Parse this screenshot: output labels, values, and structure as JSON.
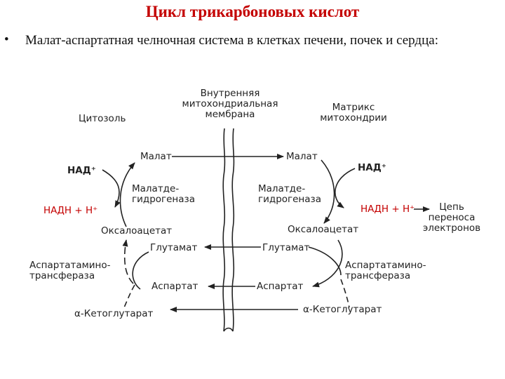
{
  "title": "Цикл трикарбоновых кислот",
  "bullet": "Малат-аспартатная челночная система в клетках печени, почек и сердца:",
  "diagram": {
    "membrane": "Внутренняя митохондриальная мембрана",
    "cytosol": "Цитозоль",
    "matrix": "Матрикс митохондрии",
    "left": {
      "malate": "Малат",
      "nad": "НАД⁺",
      "nadh": "НАДН + Н⁺",
      "mdh": "Малатде-\nгидрогеназа",
      "oxaloacetate": "Оксалоацетат",
      "glutamate": "Глутамат",
      "ast": "Аспартатамино-\nтрансфераза",
      "aspartate": "Аспартат",
      "ketoglutarate": "α-Кетоглутарат"
    },
    "right": {
      "malate": "Малат",
      "nad": "НАД⁺",
      "nadh": "НАДН + Н⁺",
      "mdh": "Малатде-\nгидрогеназа",
      "oxaloacetate": "Оксалоацетат",
      "glutamate": "Глутамат",
      "ast": "Аспартатамино-\nтрансфераза",
      "aspartate": "Аспартат",
      "ketoglutarate": "α-Кетоглутарат",
      "chain": "Цепь\nпереноса\nэлектронов"
    }
  }
}
